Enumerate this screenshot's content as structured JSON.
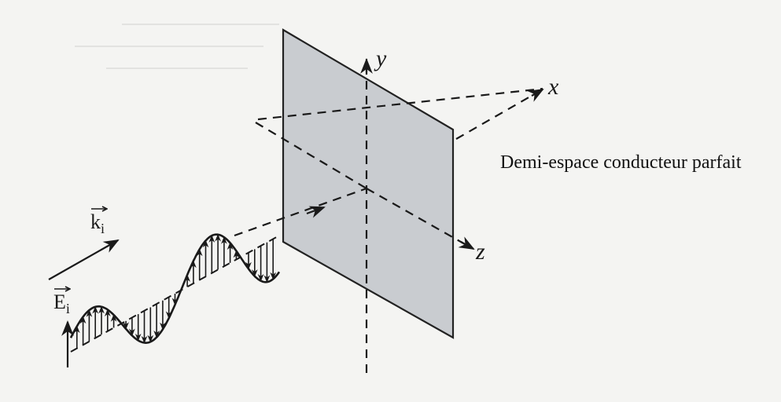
{
  "labels": {
    "axis_x": "x",
    "axis_y": "y",
    "axis_z": "z",
    "wave_vector": "k",
    "wave_vector_sub": "i",
    "field": "E",
    "field_sub": "i",
    "medium": "Demi-espace conducteur parfait"
  },
  "colors": {
    "plate": "#c9ccd0",
    "plate_edge": "#222222",
    "ink": "#1a1a1a",
    "ghost_text": "#c9c9c7"
  },
  "icons": [
    "axis-arrow",
    "vector-arrow"
  ]
}
